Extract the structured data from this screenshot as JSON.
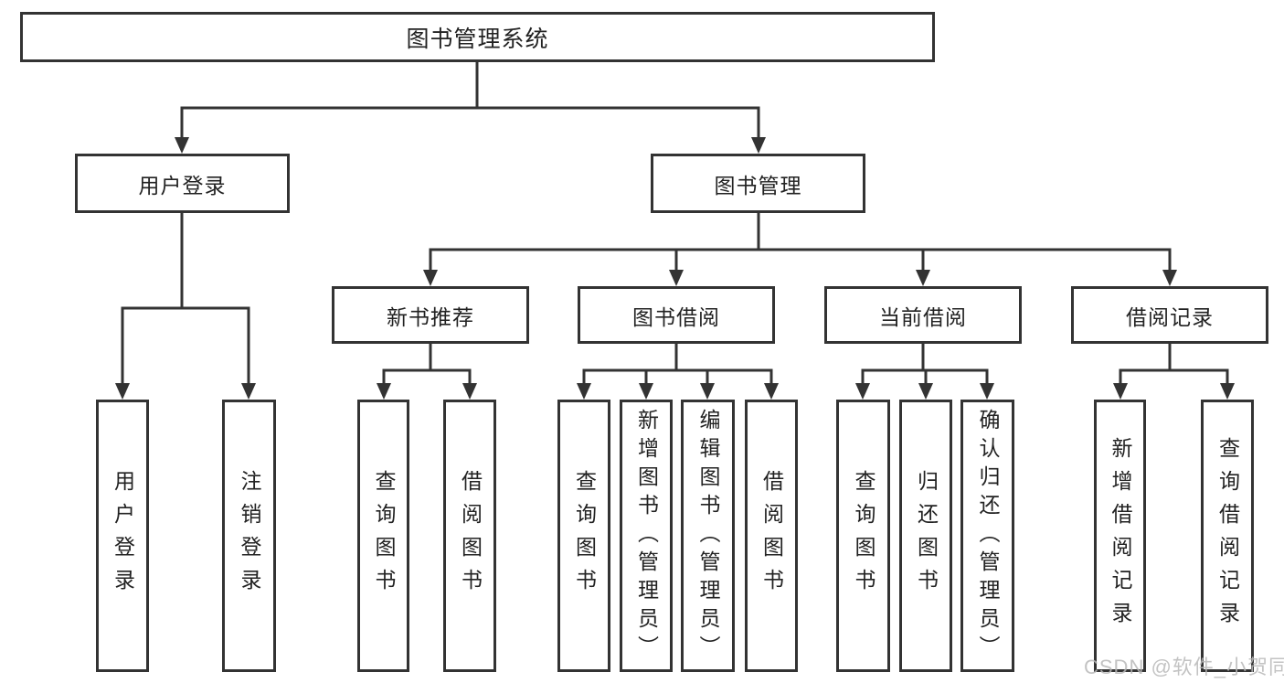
{
  "colors": {
    "line": "#333333",
    "box_background": "#ffffff",
    "text": "#222222",
    "watermark": "#b9b9b9"
  },
  "watermark": {
    "text": "CSDN @软件_小贺同学"
  },
  "diagram": {
    "root": {
      "label": "图书管理系统"
    },
    "branches": [
      {
        "label": "用户登录",
        "children": [
          {
            "label": "用户登录"
          },
          {
            "label": "注销登录"
          }
        ]
      },
      {
        "label": "图书管理",
        "sections": [
          {
            "label": "新书推荐",
            "children": [
              {
                "label": "查询图书"
              },
              {
                "label": "借阅图书"
              }
            ]
          },
          {
            "label": "图书借阅",
            "children": [
              {
                "label": "查询图书"
              },
              {
                "label": "新增图书（管理员）"
              },
              {
                "label": "编辑图书（管理员）"
              },
              {
                "label": "借阅图书"
              }
            ]
          },
          {
            "label": "当前借阅",
            "children": [
              {
                "label": "查询图书"
              },
              {
                "label": "归还图书"
              },
              {
                "label": "确认归还（管理员）"
              }
            ]
          },
          {
            "label": "借阅记录",
            "children": [
              {
                "label": "新增借阅记录"
              },
              {
                "label": "查询借阅记录"
              }
            ]
          }
        ]
      }
    ]
  }
}
